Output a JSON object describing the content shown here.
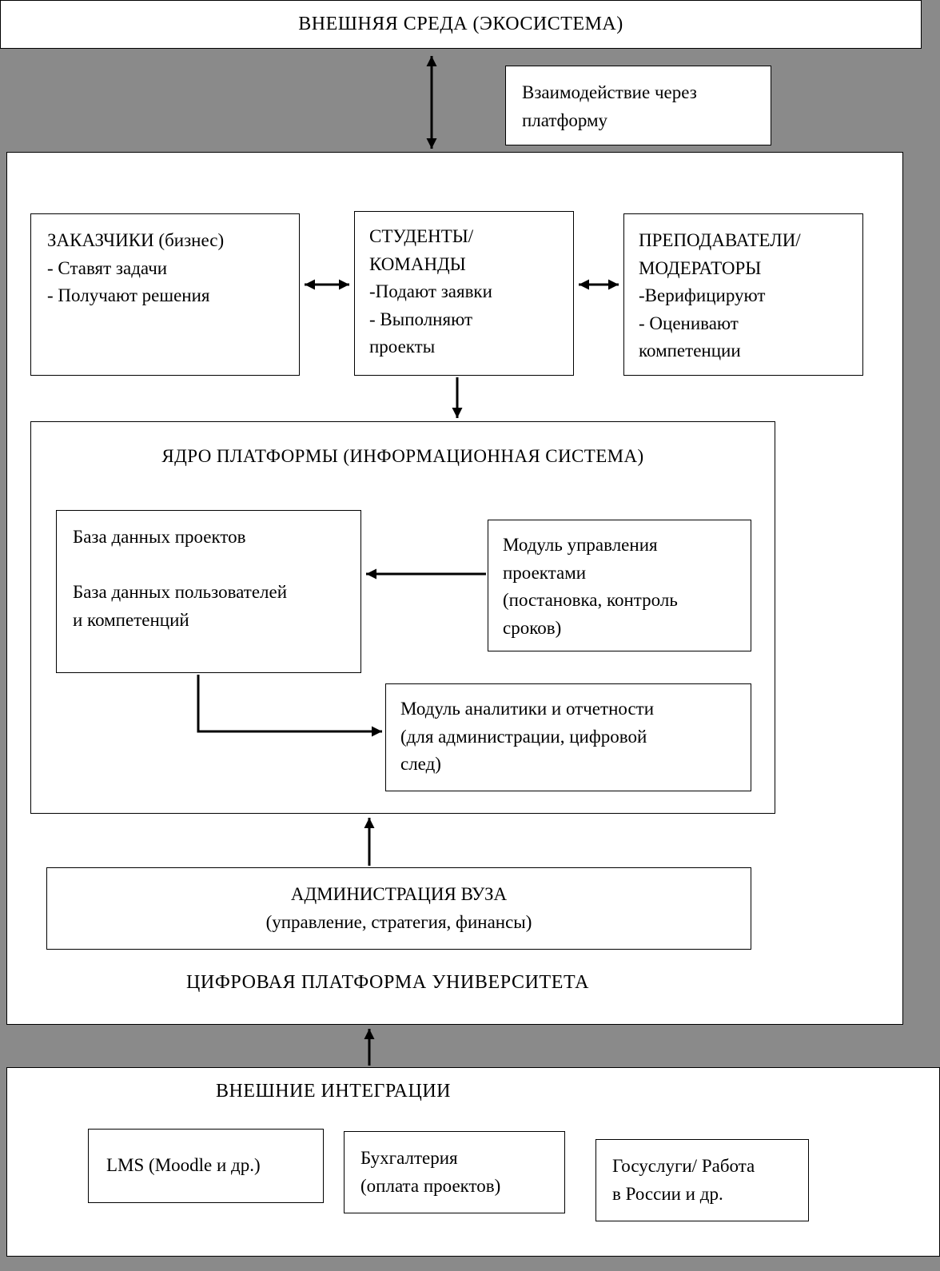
{
  "colors": {
    "background_gray": "#8a8a8a",
    "box_background": "#ffffff",
    "border": "#000000",
    "text": "#000000"
  },
  "external_environment": {
    "title": "ВНЕШНЯЯ СРЕДА (ЭКОСИСТЕМА)"
  },
  "interaction_note": {
    "text": "Взаимодействие через\nплатформу"
  },
  "actors": {
    "customers": {
      "text": "ЗАКАЗЧИКИ (бизнес)\n- Ставят задачи\n- Получают решения"
    },
    "students": {
      "text": "СТУДЕНТЫ/\nКОМАНДЫ\n-Подают заявки\n- Выполняют\nпроекты"
    },
    "teachers": {
      "text": "ПРЕПОДАВАТЕЛИ/\nМОДЕРАТОРЫ\n-Верифицируют\n- Оценивают\nкомпетенции"
    }
  },
  "core": {
    "title": "ЯДРО ПЛАТФОРМЫ (ИНФОРМАЦИОННАЯ СИСТЕМА)",
    "databases": {
      "text": "База данных проектов\n\nБаза данных пользователей\nи компетенций"
    },
    "project_module": {
      "text": "Модуль управления\nпроектами\n(постановка, контроль\nсроков)"
    },
    "analytics_module": {
      "text": "Модуль аналитики и отчетности\n(для администрации, цифровой\nслед)"
    }
  },
  "administration": {
    "text": "АДМИНИСТРАЦИЯ ВУЗА\n(управление, стратегия, финансы)"
  },
  "platform_label": "ЦИФРОВАЯ ПЛАТФОРМА УНИВЕРСИТЕТА",
  "integrations": {
    "title": "ВНЕШНИЕ ИНТЕГРАЦИИ",
    "lms": {
      "text": "LMS (Moodle и др.)"
    },
    "accounting": {
      "text": "Бухгалтерия\n(оплата проектов)"
    },
    "gov_services": {
      "text": "Госуслуги/ Работа\nв России и др."
    }
  }
}
